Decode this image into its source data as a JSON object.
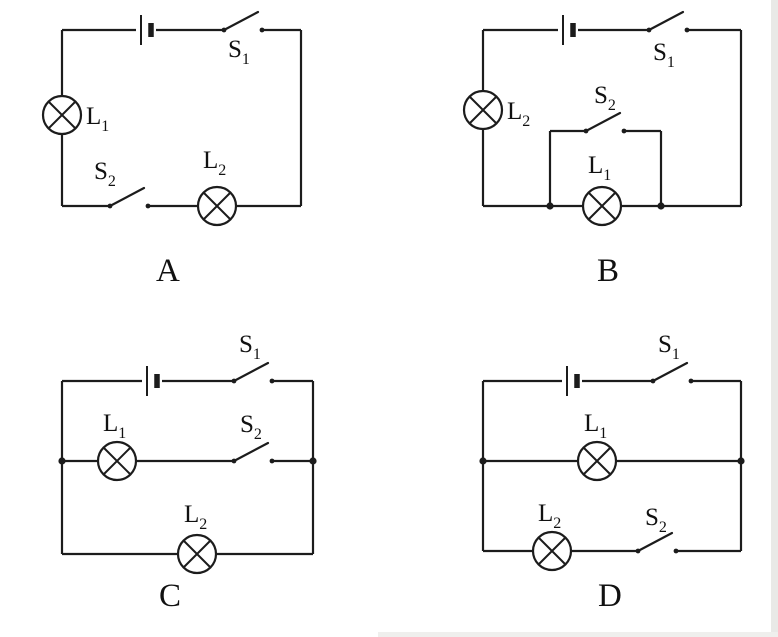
{
  "colors": {
    "background": "#ffffff",
    "ink": "#1c1c1c"
  },
  "component_labels": {
    "s1": {
      "base": "S",
      "sub": "1"
    },
    "s2": {
      "base": "S",
      "sub": "2"
    },
    "l1": {
      "base": "L",
      "sub": "1"
    },
    "l2": {
      "base": "L",
      "sub": "2"
    }
  },
  "options": {
    "a": {
      "letter": "A"
    },
    "b": {
      "letter": "B"
    },
    "c": {
      "letter": "C"
    },
    "d": {
      "letter": "D"
    }
  }
}
